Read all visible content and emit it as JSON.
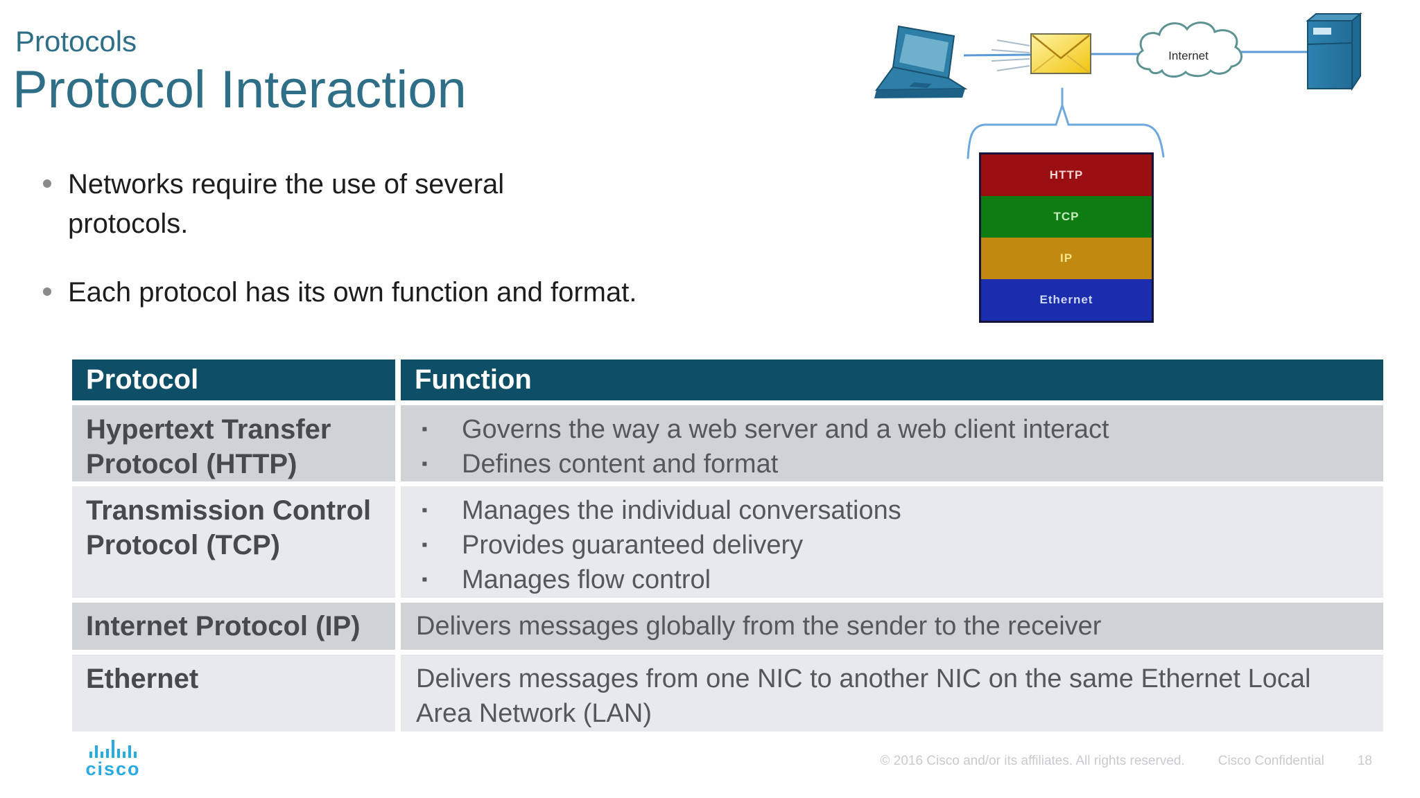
{
  "slide": {
    "eyebrow": "Protocols",
    "title": "Protocol Interaction",
    "bullets": [
      "Networks require the use of several protocols.",
      "Each protocol has its own function and format."
    ]
  },
  "diagram": {
    "internet_label": "Internet",
    "icons": [
      "laptop-icon",
      "envelope-icon",
      "internet-cloud-icon",
      "server-icon",
      "brace-icon"
    ],
    "stack": [
      {
        "label": "HTTP",
        "color": "#9b0e12"
      },
      {
        "label": "TCP",
        "color": "#0e7c12"
      },
      {
        "label": "IP",
        "color": "#c08a10"
      },
      {
        "label": "Ethernet",
        "color": "#1b2dad"
      }
    ]
  },
  "table": {
    "bullet_char": "▪",
    "headers": [
      "Protocol",
      "Function"
    ],
    "header_bg": "#0f4e67",
    "row_bg_dark": "#cfd3d6",
    "row_bg_light": "#e8e9ec",
    "rows": [
      {
        "protocol": "Hypertext Transfer Protocol (HTTP)",
        "functions": [
          "Governs the way a web server and a web client interact",
          "Defines content and format"
        ]
      },
      {
        "protocol": "Transmission Control Protocol (TCP)",
        "functions": [
          "Manages the individual conversations",
          "Provides guaranteed delivery",
          "Manages flow control"
        ]
      },
      {
        "protocol": "Internet Protocol (IP)",
        "functions": [
          "Delivers messages globally from the sender to the receiver"
        ]
      },
      {
        "protocol": "Ethernet",
        "functions": [
          "Delivers messages from one NIC to another NIC on the same Ethernet Local Area Network (LAN)"
        ]
      }
    ]
  },
  "footer": {
    "logo_text": "cisco",
    "logo_color": "#29abe2",
    "copyright": "© 2016 Cisco and/or its affiliates. All rights reserved.",
    "confidential": "Cisco Confidential",
    "page_number": "18"
  },
  "colors": {
    "title_teal": "#2f6e87",
    "body_text": "#1d1d1d",
    "connector_blue": "#5b9bd5"
  }
}
